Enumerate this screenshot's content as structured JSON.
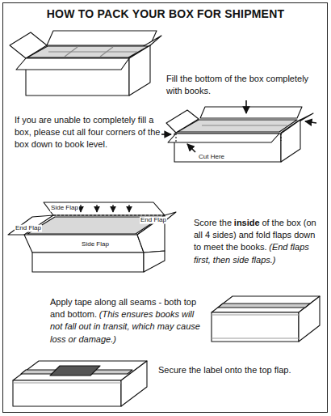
{
  "diagram": {
    "title": "HOW TO PACK YOUR BOX FOR SHIPMENT",
    "labels": [
      "Fill the bottom of the box completely with books.",
      "If you are unable to completely fill a box, please cut all four corners of the box down to book level.",
      "Cut Here",
      "Side Flap",
      "End Flap",
      "End Flap",
      "Side Flap",
      "Score the",
      "inside",
      "of the box (on all 4 sides) and fold flaps down to meet the books.",
      "(End flaps first, then side flaps.)",
      "Apply tape along all seams - both top and bottom.",
      "(This ensures books will not fall out in transit, which may cause loss or damage.)",
      "Secure the label onto the top flap."
    ]
  }
}
